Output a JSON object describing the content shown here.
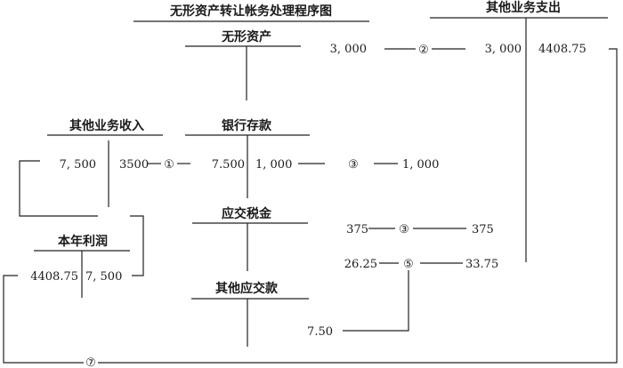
{
  "title": "无形资产转让帐务处理程序图",
  "accounts": {
    "intangible_assets": "无形资产",
    "other_business_expense": "其他业务支出",
    "other_business_income": "其他业务收入",
    "bank_deposit": "银行存款",
    "taxes_payable": "应交税金",
    "current_year_profit": "本年利润",
    "other_payables": "其他应交款"
  },
  "entries": {
    "e2_debit": "3, 000",
    "e2_marker": "②",
    "e2_credit": "3, 000",
    "expense_close": "4408.75",
    "income_left": "7, 500",
    "income_right": "3500",
    "e1_marker": "①",
    "bank_debit": "7.500",
    "bank_credit": "1, 000",
    "e3_marker": "③",
    "e3_target": "1, 000",
    "tax_left": "375",
    "tax_marker": "③",
    "tax_right": "375",
    "e5_left": "26.25",
    "e5_marker": "⑤",
    "e5_right": "33.75",
    "e5_other": "7.50",
    "profit_debit": "4408.75",
    "profit_credit": "7, 500",
    "e7_marker": "⑦"
  }
}
